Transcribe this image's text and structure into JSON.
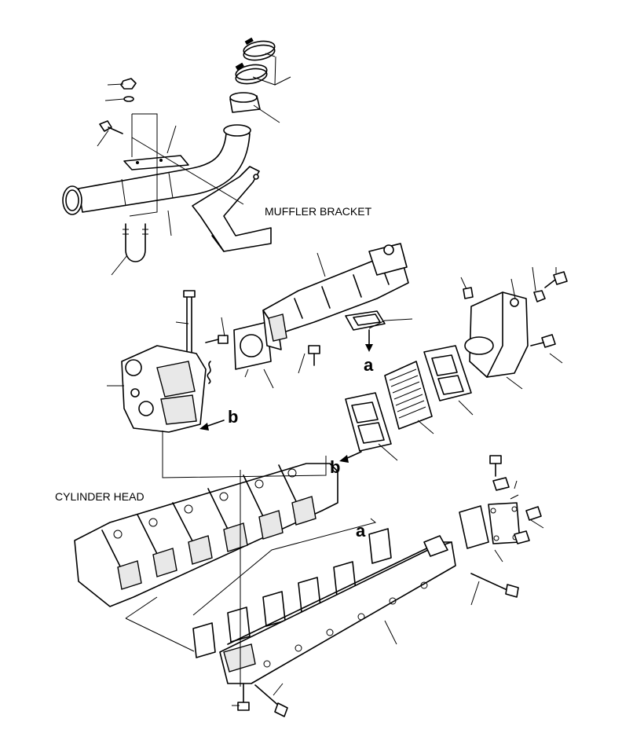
{
  "labels": {
    "muffler_bracket": "MUFFLER BRACKET",
    "cylinder_head": "CYLINDER HEAD",
    "ref_a_upper": "a",
    "ref_a_lower": "a",
    "ref_b_upper": "b",
    "ref_b_lower": "b"
  },
  "colors": {
    "line": "#000000",
    "background": "#ffffff"
  }
}
